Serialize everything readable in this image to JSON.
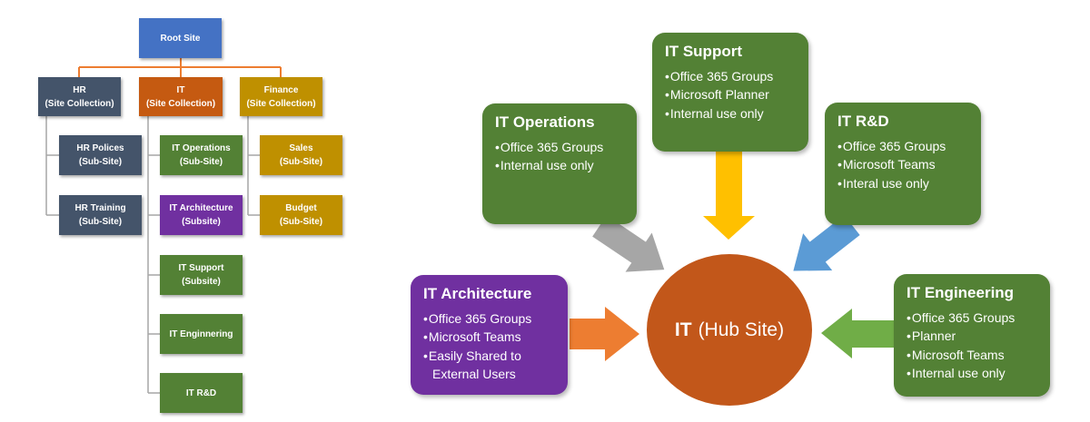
{
  "colors": {
    "root_blue": "#4472C4",
    "hr_slate": "#44546A",
    "it_orange": "#C55A11",
    "finance_gold": "#BF9000",
    "subsite_green": "#538135",
    "architecture_purple": "#7030A0",
    "hub_orange": "#C2571A",
    "connector_orange": "#ED7D31",
    "connector_gray": "#A6A6A6",
    "arrow_gray": "#A6A6A6",
    "arrow_gold": "#FFC000",
    "arrow_blue": "#5B9BD5",
    "arrow_orange": "#ED7D31",
    "arrow_green": "#70AD47"
  },
  "tree": {
    "root": {
      "label": "Root Site"
    },
    "collections": [
      {
        "name": "HR",
        "type": "(Site Collection)"
      },
      {
        "name": "IT",
        "type": "(Site Collection)"
      },
      {
        "name": "Finance",
        "type": "(Site Collection)"
      }
    ],
    "subsites": {
      "hr": [
        {
          "name": "HR Polices",
          "type": "(Sub-Site)"
        },
        {
          "name": "HR Training",
          "type": "(Sub-Site)"
        }
      ],
      "it": [
        {
          "name": "IT Operations",
          "type": "(Sub-Site)"
        },
        {
          "name": "IT Architecture",
          "type": "(Subsite)"
        },
        {
          "name": "IT Support",
          "type": "(Subsite)"
        },
        {
          "name": "IT Enginnering",
          "type": ""
        },
        {
          "name": "IT R&D",
          "type": ""
        }
      ],
      "finance": [
        {
          "name": "Sales",
          "type": "(Sub-Site)"
        },
        {
          "name": "Budget",
          "type": "(Sub-Site)"
        }
      ]
    }
  },
  "hub": {
    "label_bold": "IT",
    "label_rest": "(Hub Site)",
    "spokes": [
      {
        "title": "IT Operations",
        "bullets": [
          "Office 365 Groups",
          "Internal use only"
        ],
        "arrow_color": "#A6A6A6"
      },
      {
        "title": "IT Support",
        "bullets": [
          "Office 365 Groups",
          "Microsoft Planner",
          "Internal use only"
        ],
        "arrow_color": "#FFC000"
      },
      {
        "title": "IT R&D",
        "bullets": [
          "Office 365 Groups",
          "Microsoft Teams",
          "Interal use only"
        ],
        "arrow_color": "#5B9BD5"
      },
      {
        "title": "IT Architecture",
        "bullets": [
          "Office 365 Groups",
          "Microsoft Teams",
          "Easily Shared to External Users"
        ],
        "arrow_color": "#ED7D31"
      },
      {
        "title": "IT Engineering",
        "bullets": [
          "Office 365 Groups",
          "Planner",
          "Microsoft Teams",
          "Internal use only"
        ],
        "arrow_color": "#70AD47"
      }
    ]
  }
}
